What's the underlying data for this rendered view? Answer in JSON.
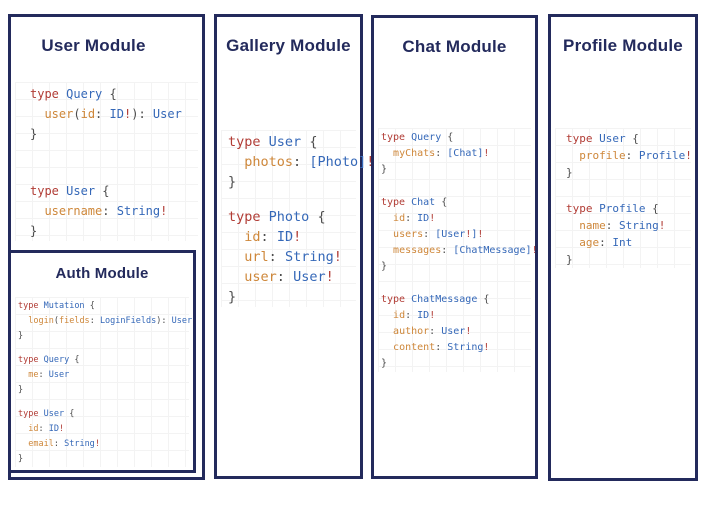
{
  "palette": {
    "border": "#232a5c",
    "title": "#232a5c",
    "keyword": "#b13c35",
    "type_name": "#3568b8",
    "field_name": "#ce873a",
    "punct": "#4d4d4d",
    "bang": "#b13c35",
    "bracket": "#3568b8",
    "grid": "#f3f3f3",
    "background": "#ffffff"
  },
  "modules": [
    {
      "id": "user",
      "title": "User Module",
      "code_blocks": [
        "type Query {\n  user(id: ID!): User\n}",
        "type User {\n  username: String!\n}"
      ]
    },
    {
      "id": "gallery",
      "title": "Gallery Module",
      "code_blocks": [
        "type User {\n  photos: [Photo]!\n}",
        "type Photo {\n  id: ID!\n  url: String!\n  user: User!\n}"
      ]
    },
    {
      "id": "chat",
      "title": "Chat Module",
      "code_blocks": [
        "type Query {\n  myChats: [Chat]!\n}",
        "type Chat {\n  id: ID!\n  users: [User!]!\n  messages: [ChatMessage]!\n}",
        "type ChatMessage {\n  id: ID!\n  author: User!\n  content: String!\n}"
      ]
    },
    {
      "id": "profile",
      "title": "Profile Module",
      "code_blocks": [
        "type User {\n  profile: Profile!\n}",
        "type Profile {\n  name: String!\n  age: Int\n}"
      ]
    },
    {
      "id": "auth",
      "title": "Auth Module",
      "code_blocks": [
        "type Mutation {\n  login(fields: LoginFields): User\n}",
        "type Query {\n  me: User\n}",
        "type User {\n  id: ID!\n  email: String!\n}"
      ]
    }
  ]
}
